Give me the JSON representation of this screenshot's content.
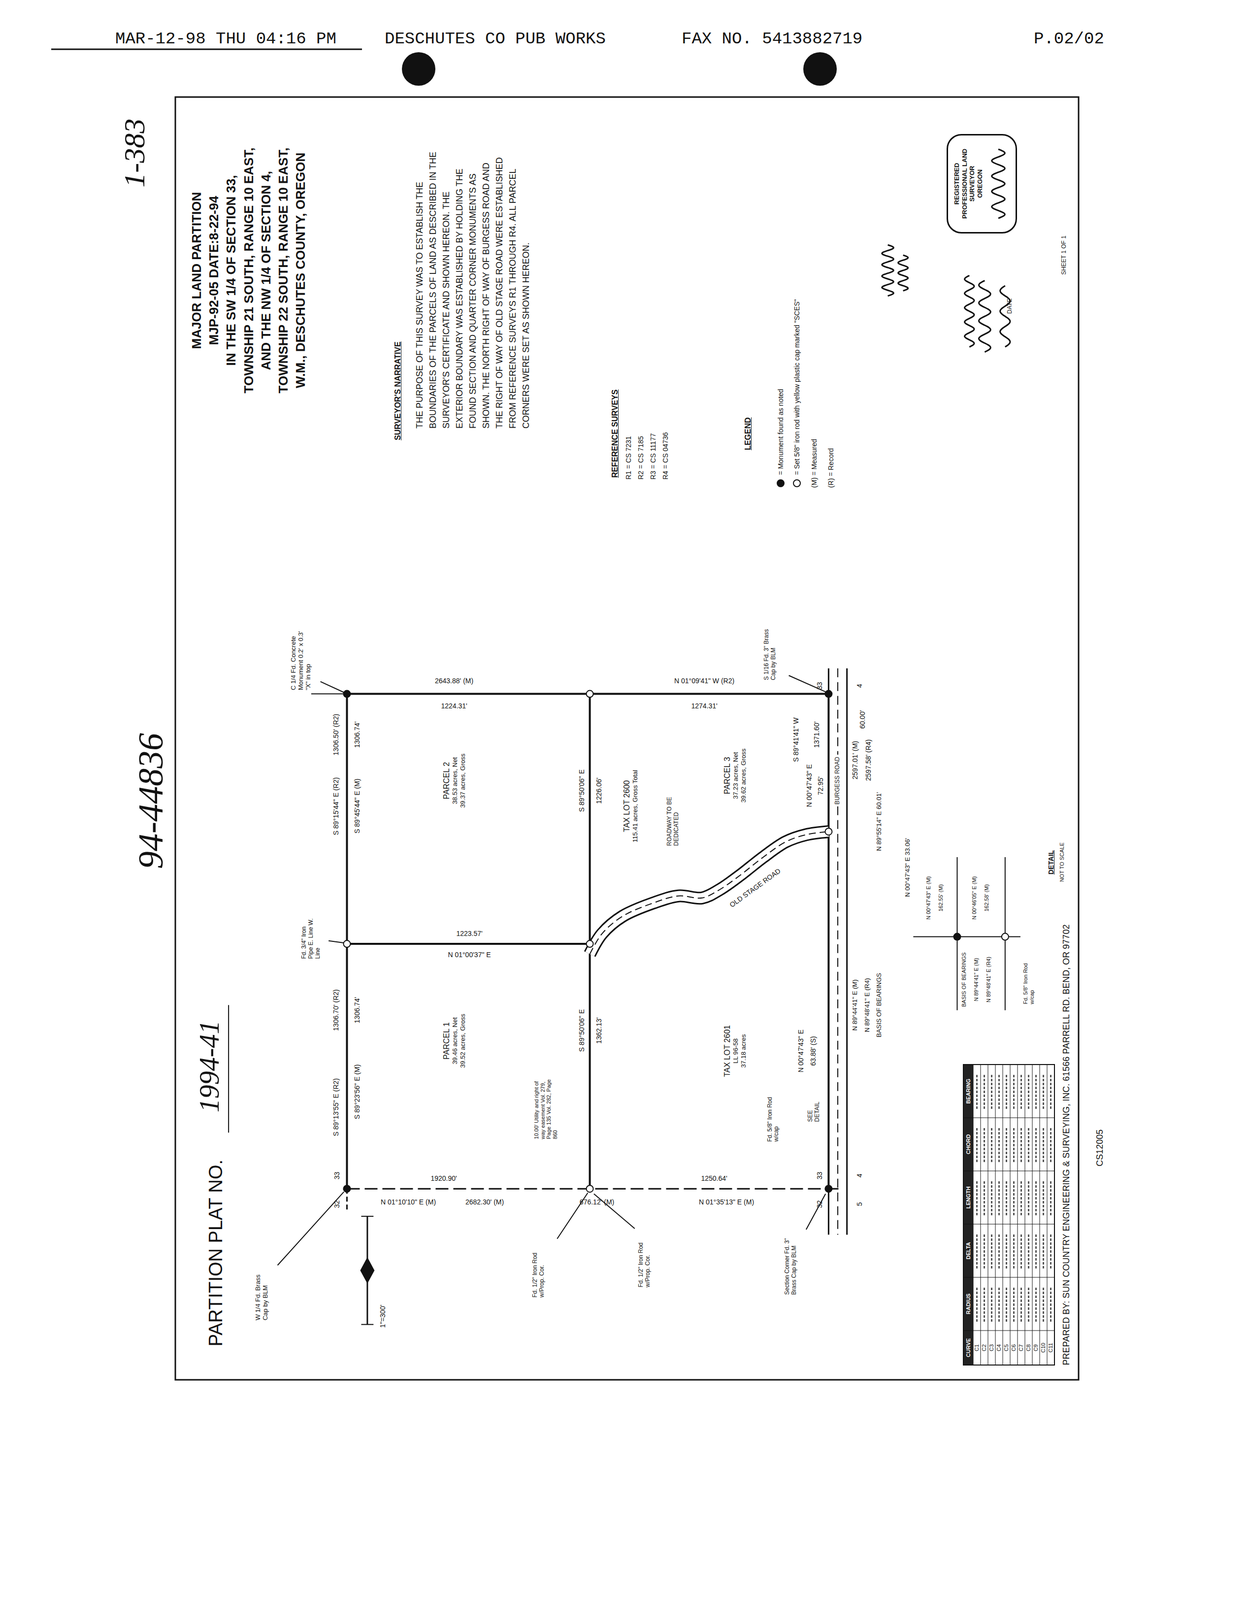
{
  "diagram": {
    "nodes": [
      {
        "text": [
          "PARCEL 1",
          "39.46 acres, Net",
          "39.52 acres, Gross"
        ]
      },
      {
        "text": [
          "PARCEL 2",
          "38.53 acres, Net",
          "39.37 acres, Gross"
        ]
      },
      {
        "text": [
          "PARCEL 3",
          "37.23 acres, Net",
          "39.62 acres, Gross"
        ]
      },
      {
        "text": [
          "TAX LOT 2600",
          "115.41 acres, Gross Total"
        ]
      },
      {
        "text": [
          "TAX LOT 2601",
          "LL 96-58",
          "37.18 acres"
        ]
      },
      {
        "text": [
          "REGISTERED PROFESSIONAL LAND SURVEYOR",
          "OREGON"
        ]
      }
    ],
    "labels": [
      "MAR-12-98 THU 04:16 PM",
      "DESCHUTES CO PUB WORKS",
      "FAX NO. 5413882719",
      "P.02/02",
      "1-383",
      "94-44836",
      "PARTITION PLAT NO.",
      "1994-41",
      "MAJOR LAND PARTITION",
      "MJP-92-05 DATE:8-22-94",
      "IN THE SW 1/4 OF SECTION 33,",
      "TOWNSHIP 21 SOUTH, RANGE 10 EAST,",
      "AND THE NW 1/4 OF SECTION 4,",
      "TOWNSHIP 22 SOUTH, RANGE 10 EAST,",
      "W.M., DESCHUTES COUNTY, OREGON",
      "SURVEYOR'S NARRATIVE",
      "THE PURPOSE OF THIS SURVEY WAS TO ESTABLISH THE BOUNDARIES OF THE PARCELS OF LAND AS DESCRIBED IN THE SURVEYOR'S CERTIFICATE AND SHOWN HEREON. THE EXTERIOR BOUNDARY WAS ESTABLISHED BY HOLDING THE FOUND SECTION AND QUARTER CORNER MONUMENTS AS SHOWN. THE NORTH RIGHT OF WAY OF BURGESS ROAD AND THE RIGHT OF WAY OF OLD STAGE ROAD WERE ESTABLISHED FROM REFERENCE SURVEYS R1 THROUGH R4. ALL PARCEL CORNERS WERE SET AS SHOWN HEREON.",
      "REFERENCE SURVEYS",
      "R1 = CS 7231",
      "R2 = CS 7185",
      "R3 = CS 11177",
      "R4 = CS 04736",
      "LEGEND",
      "DATE",
      "SHEET 1 OF 1",
      "PREPARED BY: SUN COUNTRY ENGINEERING & SURVEYING, INC. 61566 PARRELL RD. BEND, OR 97702",
      "CS12005",
      "W 1/4 Fd. Brass Cap by BLM",
      "C 1/4 Fd. Concrete Monument 0.2' x 0.3' \"X\" in top",
      "S 89°13'55\" E (R2)",
      "1306.70' (R2)",
      "S 89°23'56\" E (M)",
      "1306.74'",
      "S 89°15'44\" E (R2)",
      "1306.50' (R2)",
      "S 89°45'44\" E (M)",
      "1306.74'",
      "Fd. 3/4\" Iron Pipe E. Line W. Line",
      "1223.57'",
      "N 01°00'37\" E",
      "S 89°50'06\" E",
      "1226.06'",
      "S 89°50'06\" E",
      "1362.13'",
      "2643.88' (M)",
      "1224.31'",
      "N 01°09'41\" W (R2)",
      "1274.31'",
      "1920.90'",
      "N 01°10'10\" E (M)",
      "2682.30' (M)",
      "1250.64'",
      "N 01°35'13\" E (M)",
      "676.12' (M)",
      "Fd. 1/2\" Iron Rod w/Prop. Cor.",
      "Fd. 1/2\" Iron Rod w/Prop. Cor.",
      "Section Corner Fd. 3\" Brass Cap by BLM",
      "S 1/16 Fd. 3\" Brass Cap by BLM",
      "10.00' Utility and right of way easement Vol. 279, Page 135 Vol. 282, Page 860",
      "32",
      "33",
      "32",
      "33",
      "5",
      "4",
      "33",
      "4",
      "60.00'",
      "BURGESS ROAD",
      "S 89°41'41\" W",
      "1371.60'",
      "2597.01' (M)",
      "2597.58' (R4)",
      "OLD STAGE ROAD",
      "ROADWAY TO BE DEDICATED",
      "N 00°47'43\" E",
      "72.95'",
      "N 00°47'43\" E",
      "63.88' (S)",
      "Fd. 5/8\" Iron Rod w/cap",
      "SEE DETAIL",
      "N 00°47'43\" E 33.06'",
      "N 89°55'14\" E 60.01'",
      "N 89°44'41\" E (M)",
      "BASIS OF BEARINGS",
      "N 89°48'41\" E (R4)",
      "DETAIL",
      "NOT TO SCALE",
      "BASIS OF BEARINGS",
      "N 89°44'41\" E (M)",
      "N 89°48'41\" E (R4)",
      "N 00°47'43\" E (M)",
      "162.55' (M)",
      "N 00°46'05\" E (M)",
      "162.58' (M)",
      "Fd. 5/8\" Iron Rod w/cap",
      "1\"=300'",
      "CURVE",
      "RADIUS",
      "DELTA",
      "LENGTH",
      "CHORD",
      "BEARING",
      "C1",
      "C2",
      "C3",
      "C4",
      "C5",
      "C6",
      "C7",
      "C8",
      "C9",
      "C10",
      "C11"
    ],
    "legend": [
      {
        "text": "= Monument found as noted"
      },
      {
        "text": "= Set 5/8\" iron rod with yellow plastic cap marked \"SCES\""
      },
      {
        "text": "(M) = Measured"
      },
      {
        "text": "(R) = Record"
      }
    ]
  }
}
